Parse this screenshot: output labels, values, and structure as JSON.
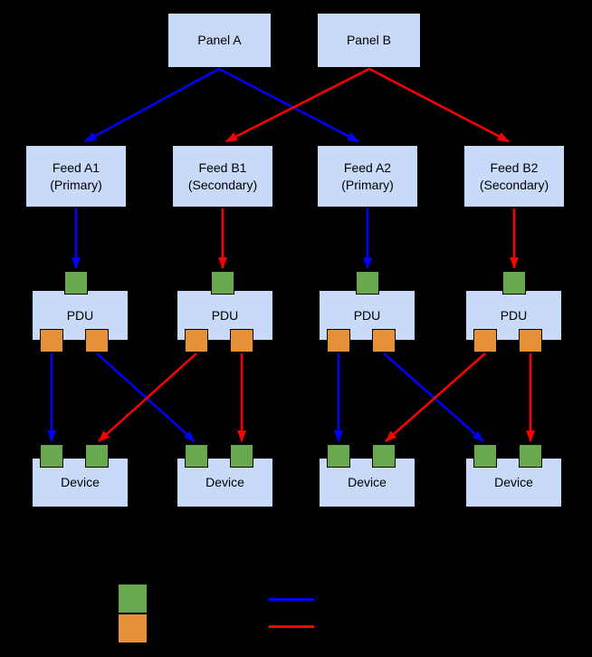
{
  "diagram": {
    "panels": [
      {
        "label": "Panel A"
      },
      {
        "label": "Panel B"
      }
    ],
    "feeds": [
      {
        "name": "Feed A1",
        "role": "(Primary)"
      },
      {
        "name": "Feed B1",
        "role": "(Secondary)"
      },
      {
        "name": "Feed A2",
        "role": "(Primary)"
      },
      {
        "name": "Feed B2",
        "role": "(Secondary)"
      }
    ],
    "pdu_label": "PDU",
    "device_label": "Device",
    "colors": {
      "background": "#000000",
      "node_fill": "#c9daf8",
      "node_border": "#000000",
      "input_port": "#6aa84f",
      "output_port": "#e69138",
      "primary_feed": "#0000ff",
      "secondary_feed": "#ff0000"
    },
    "legend": {
      "swatches": [
        {
          "name": "input-port-swatch",
          "color": "#6aa84f"
        },
        {
          "name": "output-port-swatch",
          "color": "#e69138"
        }
      ],
      "lines": [
        {
          "name": "primary-feed-line",
          "color": "#0000ff"
        },
        {
          "name": "secondary-feed-line",
          "color": "#ff0000"
        }
      ]
    }
  }
}
